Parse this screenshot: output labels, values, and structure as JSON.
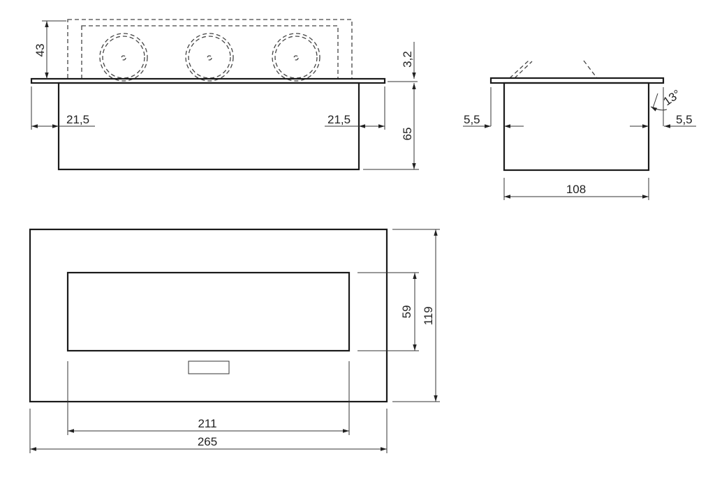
{
  "drawing": {
    "front_view": {
      "height_above": "43",
      "plate_thickness": "3,2",
      "body_height": "65",
      "left_overhang": "21,5",
      "right_overhang": "21,5",
      "socket_count": 3
    },
    "side_view": {
      "left_overhang": "5,5",
      "right_overhang": "5,5",
      "angle": "13°",
      "body_width": "108"
    },
    "top_view": {
      "opening_height": "59",
      "total_height": "119",
      "opening_width": "211",
      "total_width": "265"
    },
    "line_color": "#1a1a1a"
  }
}
